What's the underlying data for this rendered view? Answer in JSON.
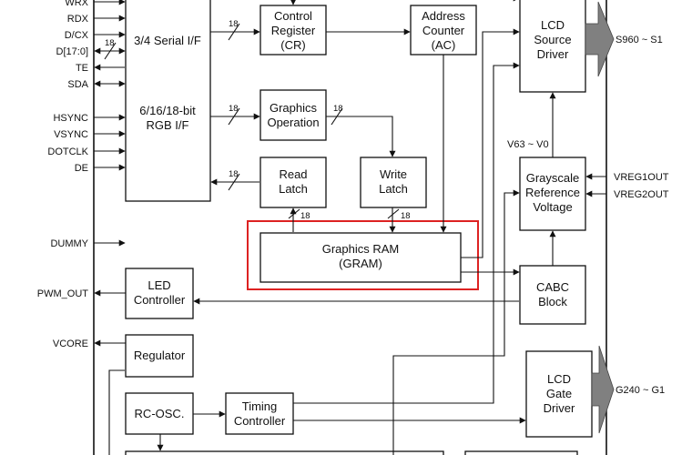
{
  "pins_left": {
    "wrx": "WRX",
    "rdx": "RDX",
    "dcx": "D/CX",
    "d17": "D[17:0]",
    "te": "TE",
    "sda": "SDA",
    "hsync": "HSYNC",
    "vsync": "VSYNC",
    "dotclk": "DOTCLK",
    "de": "DE",
    "dummy": "DUMMY",
    "pwm_out": "PWM_OUT",
    "vcore": "VCORE"
  },
  "pins_right": {
    "source_out": "S960 ~ S1",
    "gate_out": "G240 ~ G1",
    "vreg1": "VREG1OUT",
    "vreg2": "VREG2OUT",
    "v63": "V63 ~ V0"
  },
  "blocks": {
    "interface": {
      "line1": "3/4 Serial I/F",
      "line2": "6/16/18-bit",
      "line3": "RGB I/F"
    },
    "control_register": {
      "line1": "Control",
      "line2": "Register",
      "line3": "(CR)"
    },
    "address_counter": {
      "line1": "Address",
      "line2": "Counter",
      "line3": "(AC)"
    },
    "lcd_source_driver": {
      "line1": "LCD",
      "line2": "Source",
      "line3": "Driver"
    },
    "graphics_operation": {
      "line1": "Graphics",
      "line2": "Operation"
    },
    "read_latch": {
      "line1": "Read",
      "line2": "Latch"
    },
    "write_latch": {
      "line1": "Write",
      "line2": "Latch"
    },
    "grayscale_reference": {
      "line1": "Grayscale",
      "line2": "Reference",
      "line3": "Voltage"
    },
    "gram": {
      "line1": "Graphics RAM",
      "line2": "(GRAM)"
    },
    "cabc": {
      "line1": "CABC",
      "line2": "Block"
    },
    "led_controller": {
      "line1": "LED",
      "line2": "Controller"
    },
    "regulator": {
      "line1": "Regulator"
    },
    "rc_osc": {
      "line1": "RC-OSC."
    },
    "timing_controller": {
      "line1": "Timing",
      "line2": "Controller"
    },
    "lcd_gate_driver": {
      "line1": "LCD",
      "line2": "Gate",
      "line3": "Driver"
    }
  },
  "bus_labels": {
    "if_to_cr": "18",
    "d_bus": "18",
    "go_in": "18",
    "rl_to_if": "18",
    "go_out": "18",
    "gram_to_rl": "18",
    "wl_to_gram": "18"
  },
  "colors": {
    "line": "#111111",
    "highlight": "#dd2222",
    "arrow_fill": "#808080"
  }
}
